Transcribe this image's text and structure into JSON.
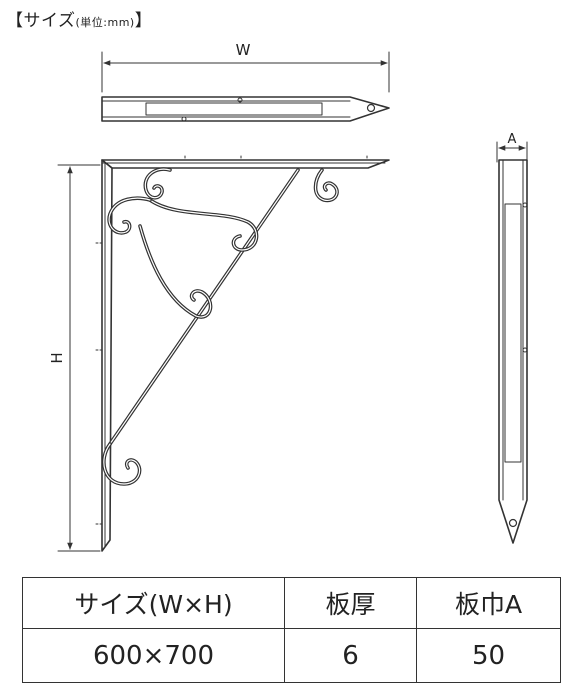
{
  "heading": {
    "open_bracket": "【",
    "label": "サイズ",
    "unit": "(単位:mm)",
    "close_bracket": "】"
  },
  "dimensions": {
    "width_label": "W",
    "height_label": "H",
    "plate_width_label": "A"
  },
  "table": {
    "headers": [
      "サイズ(W×H)",
      "板厚",
      "板巾A"
    ],
    "values": [
      "600×700",
      "6",
      "50"
    ]
  },
  "colors": {
    "line": "#333333",
    "fill": "#ffffff"
  }
}
